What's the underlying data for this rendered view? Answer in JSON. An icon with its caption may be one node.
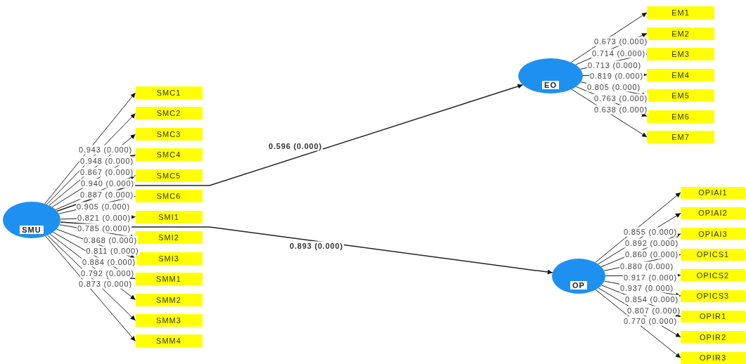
{
  "diagram": {
    "nodes": [
      {
        "text": [
          "SMU"
        ]
      },
      {
        "text": [
          "SMC1"
        ]
      },
      {
        "text": [
          "SMC2"
        ]
      },
      {
        "text": [
          "SMC3"
        ]
      },
      {
        "text": [
          "SMC4"
        ]
      },
      {
        "text": [
          "SMC5"
        ]
      },
      {
        "text": [
          "SMC6"
        ]
      },
      {
        "text": [
          "SMI1"
        ]
      },
      {
        "text": [
          "SMI2"
        ]
      },
      {
        "text": [
          "SMI3"
        ]
      },
      {
        "text": [
          "SMM1"
        ]
      },
      {
        "text": [
          "SMM2"
        ]
      },
      {
        "text": [
          "SMM3"
        ]
      },
      {
        "text": [
          "SMM4"
        ]
      },
      {
        "text": [
          "EO"
        ]
      },
      {
        "text": [
          "EM1"
        ]
      },
      {
        "text": [
          "EM2"
        ]
      },
      {
        "text": [
          "EM3"
        ]
      },
      {
        "text": [
          "EM4"
        ]
      },
      {
        "text": [
          "EM5"
        ]
      },
      {
        "text": [
          "EM6"
        ]
      },
      {
        "text": [
          "EM7"
        ]
      },
      {
        "text": [
          "OP"
        ]
      },
      {
        "text": [
          "OPIAI1"
        ]
      },
      {
        "text": [
          "OPIAI2"
        ]
      },
      {
        "text": [
          "OPIAI3"
        ]
      },
      {
        "text": [
          "OPICS1"
        ]
      },
      {
        "text": [
          "OPICS2"
        ]
      },
      {
        "text": [
          "OPICS3"
        ]
      },
      {
        "text": [
          "OPIR1"
        ]
      },
      {
        "text": [
          "OPIR2"
        ]
      },
      {
        "text": [
          "OPIR3"
        ]
      }
    ],
    "edges": [
      {
        "from": 0,
        "to": 14,
        "arrow": "to",
        "label": "0.596 (0.000)"
      },
      {
        "from": 0,
        "to": 22,
        "arrow": "to",
        "label": "0.893 (0.000)"
      },
      {
        "from": 0,
        "to": 1,
        "arrow": "to",
        "label": "0.943 (0.000)"
      },
      {
        "from": 0,
        "to": 2,
        "arrow": "to",
        "label": "0.948 (0.000)"
      },
      {
        "from": 0,
        "to": 3,
        "arrow": "to",
        "label": "0.867 (0.000)"
      },
      {
        "from": 0,
        "to": 4,
        "arrow": "to",
        "label": "0.940 (0.000)"
      },
      {
        "from": 0,
        "to": 5,
        "arrow": "to",
        "label": "0.887 (0.000)"
      },
      {
        "from": 0,
        "to": 6,
        "arrow": "to",
        "label": "0.905 (0.000)"
      },
      {
        "from": 0,
        "to": 7,
        "arrow": "to",
        "label": "0.821 (0.000)"
      },
      {
        "from": 0,
        "to": 8,
        "arrow": "to",
        "label": "0.785 (0.000)"
      },
      {
        "from": 0,
        "to": 9,
        "arrow": "to",
        "label": "0.868 (0.000)"
      },
      {
        "from": 0,
        "to": 10,
        "arrow": "to",
        "label": "0.811 (0.000)"
      },
      {
        "from": 0,
        "to": 11,
        "arrow": "to",
        "label": "0.884 (0.000)"
      },
      {
        "from": 0,
        "to": 12,
        "arrow": "to",
        "label": "0.792 (0.000)"
      },
      {
        "from": 0,
        "to": 13,
        "arrow": "to",
        "label": "0.873 (0.000)"
      },
      {
        "from": 14,
        "to": 15,
        "arrow": "to",
        "label": "0.673 (0.000)"
      },
      {
        "from": 14,
        "to": 16,
        "arrow": "to",
        "label": "0.714 (0.000)"
      },
      {
        "from": 14,
        "to": 17,
        "arrow": "to",
        "label": "0.713 (0.000)"
      },
      {
        "from": 14,
        "to": 18,
        "arrow": "to",
        "label": "0.819 (0.000)"
      },
      {
        "from": 14,
        "to": 19,
        "arrow": "to",
        "label": "0.805 (0.000)"
      },
      {
        "from": 14,
        "to": 20,
        "arrow": "to",
        "label": "0.763 (0.000)"
      },
      {
        "from": 14,
        "to": 21,
        "arrow": "to",
        "label": "0.638 (0.000)"
      },
      {
        "from": 22,
        "to": 23,
        "arrow": "to",
        "label": "0.855 (0.000)"
      },
      {
        "from": 22,
        "to": 24,
        "arrow": "to",
        "label": "0.892 (0.000)"
      },
      {
        "from": 22,
        "to": 25,
        "arrow": "to",
        "label": "0.860 (0.000)"
      },
      {
        "from": 22,
        "to": 26,
        "arrow": "to",
        "label": "0.880 (0.000)"
      },
      {
        "from": 22,
        "to": 27,
        "arrow": "to",
        "label": "0.917 (0.000)"
      },
      {
        "from": 22,
        "to": 28,
        "arrow": "to",
        "label": "0.937 (0.000)"
      },
      {
        "from": 22,
        "to": 29,
        "arrow": "to",
        "label": "0.854 (0.000)"
      },
      {
        "from": 22,
        "to": 30,
        "arrow": "to",
        "label": "0.807 (0.000)"
      },
      {
        "from": 22,
        "to": 31,
        "arrow": "to",
        "label": "0.770 (0.000)"
      }
    ]
  }
}
